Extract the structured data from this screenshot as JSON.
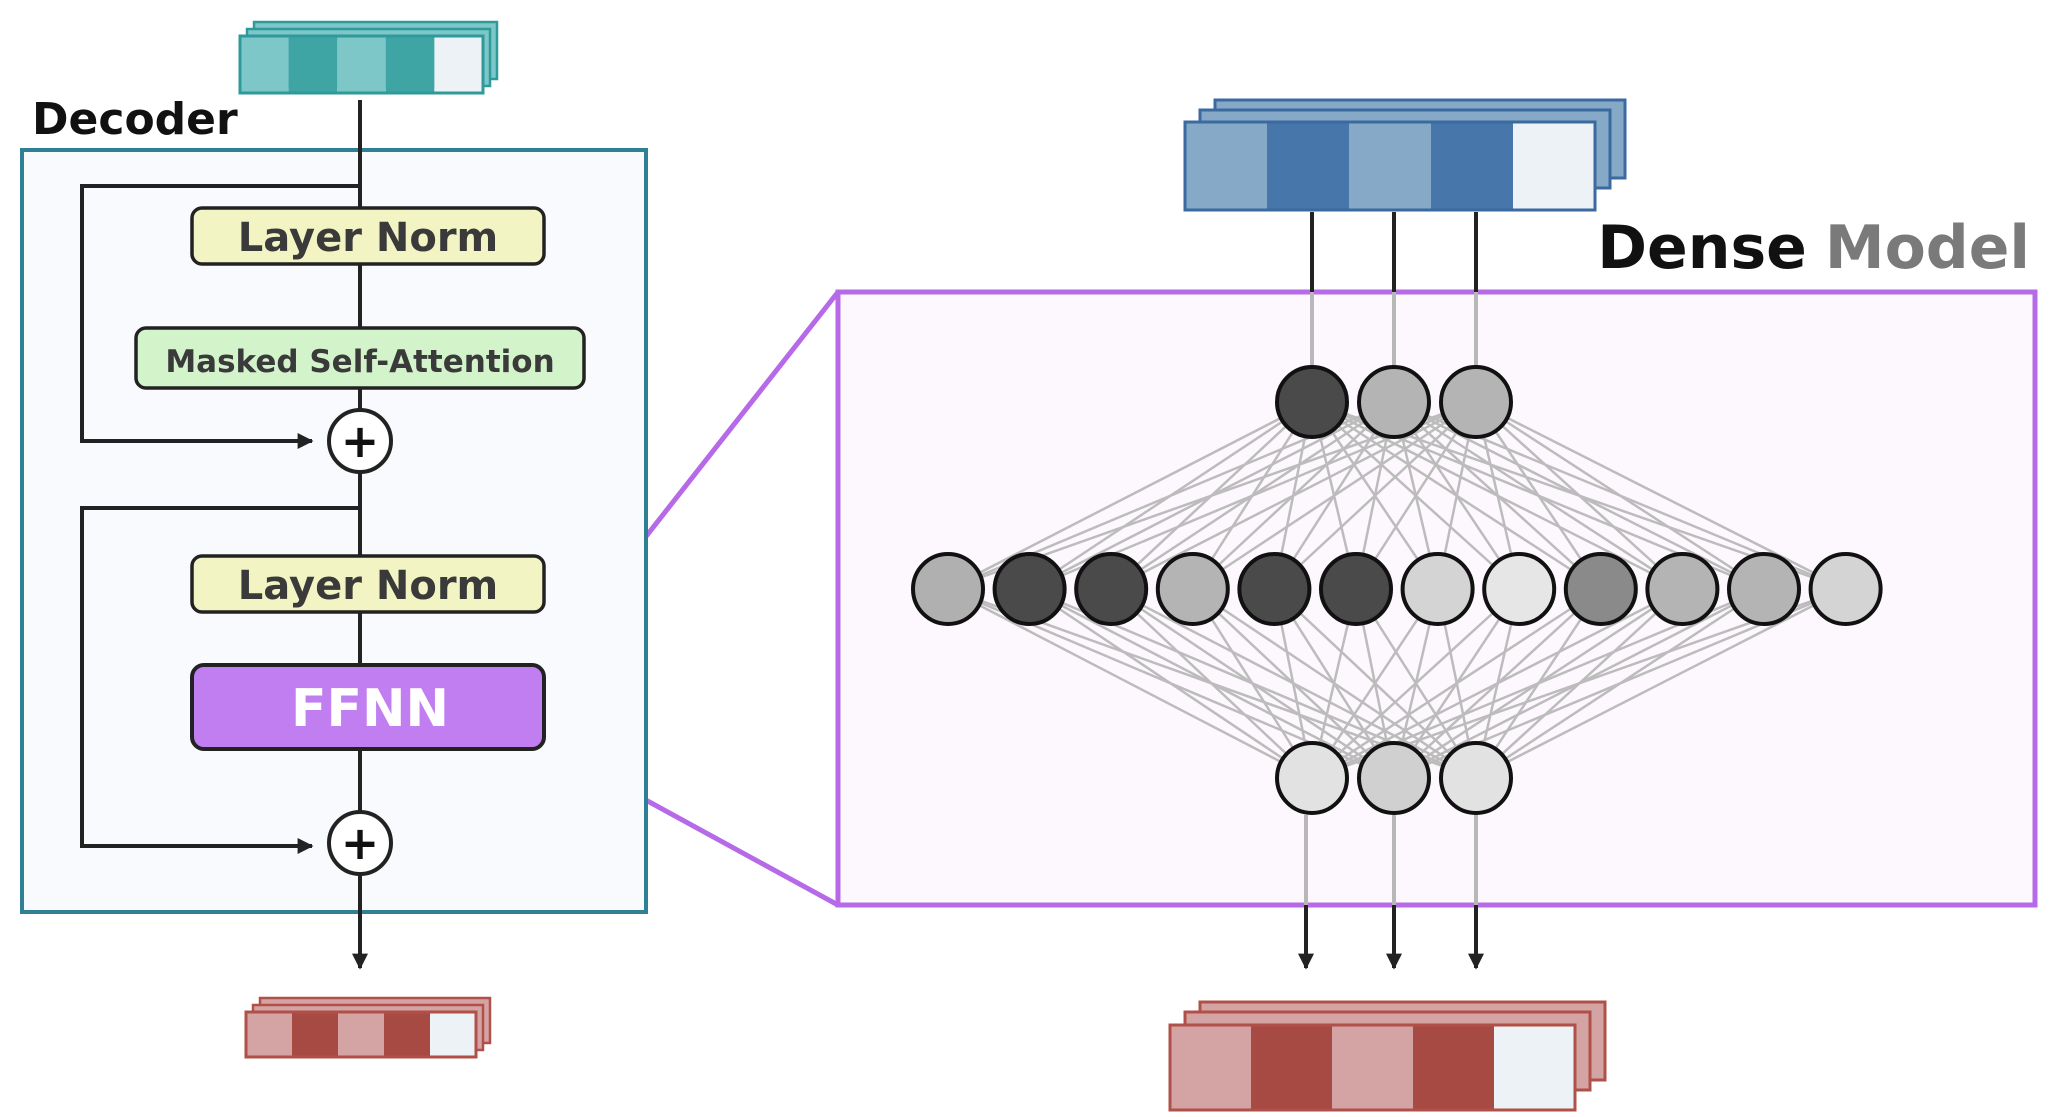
{
  "decoder": {
    "title": "Decoder",
    "layer_norm_1": "Layer Norm",
    "attention": "Masked Self-Attention",
    "layer_norm_2": "Layer Norm",
    "ffnn": "FFNN",
    "add_symbol": "+"
  },
  "dense": {
    "title_part1": "Dense",
    "title_part2": "Model",
    "top_layer_shades": [
      "#4a4a4a",
      "#b4b4b4",
      "#b4b4b4"
    ],
    "middle_layer_shades": [
      "#b0b0b0",
      "#4a4a4a",
      "#4a4a4a",
      "#b4b4b4",
      "#4a4a4a",
      "#4a4a4a",
      "#d4d4d4",
      "#e6e6e6",
      "#8a8a8a",
      "#b4b4b4",
      "#b4b4b4",
      "#d4d4d4"
    ],
    "bottom_layer_shades": [
      "#e2e2e2",
      "#d0d0d0",
      "#e2e2e2"
    ]
  },
  "colors": {
    "decoder_border": "#2f7f95",
    "decoder_fill": "#f8fafd",
    "layer_norm_fill": "#f3f4c4",
    "attention_fill": "#d3f4cb",
    "ffnn_fill": "#c17ef0",
    "dense_border": "#b66ae8",
    "dense_fill": "#fdf8fd",
    "model_word": "#7a7a7a",
    "edge": "#bcbcbc",
    "teal_dark": "#3fa4a4",
    "teal_light": "#7ec7c8",
    "blue_dark": "#4676aa",
    "blue_light": "#86a9c8",
    "red_dark": "#a84a44",
    "red_light": "#d4a4a4"
  }
}
